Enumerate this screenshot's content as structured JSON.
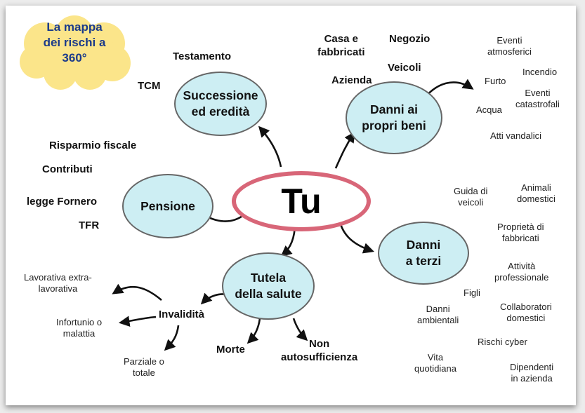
{
  "badge": {
    "text": "La mappa\ndei rischi a\n360°"
  },
  "center": {
    "label": "Tu"
  },
  "nodes": {
    "successione": "Successione\ned eredità",
    "danni_beni": "Danni ai\npropri beni",
    "pensione": "Pensione",
    "salute": "Tutela\ndella salute",
    "terzi": "Danni\na terzi"
  },
  "successione_items": [
    "Testamento",
    "TCM"
  ],
  "pensione_items": [
    "Risparmio fiscale",
    "Contributi",
    "legge Fornero",
    "TFR"
  ],
  "beni_items": [
    "Casa e\nfabbricati",
    "Negozio",
    "Veicoli",
    "Azienda"
  ],
  "beni_subitems": [
    "Eventi\natmosferici",
    "Incendio",
    "Furto",
    "Eventi\ncatastrofali",
    "Acqua",
    "Atti vandalici"
  ],
  "salute_items": [
    "Invalidità",
    "Morte",
    "Non\nautosufficienza"
  ],
  "invalidita_items": [
    "Lavorativa extra-\nlavorativa",
    "Infortunio o\nmalattia",
    "Parziale o\ntotale"
  ],
  "terzi_items": [
    "Guida di\nveicoli",
    "Animali\ndomestici",
    "Proprietà di\nfabbricati",
    "Attività\nprofessionale",
    "Figli",
    "Danni\nambientali",
    "Collaboratori\ndomestici",
    "Rischi cyber",
    "Vita\nquotidiana",
    "Dipendenti\nin azienda"
  ],
  "colors": {
    "node_fill": "#cdeef3",
    "node_border": "#666666",
    "center_ring": "#d86678",
    "badge_fill": "#fbe58a",
    "badge_text": "#1b3a8a"
  }
}
